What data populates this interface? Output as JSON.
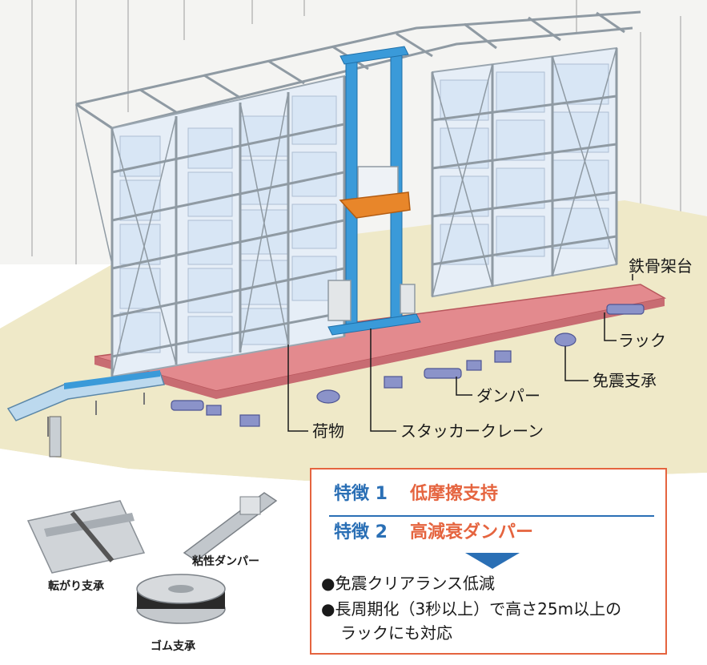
{
  "callouts": {
    "steel_frame": "鉄骨架台",
    "rack": "ラック",
    "isolation_bearing": "免震支承",
    "damper": "ダンパー",
    "cargo": "荷物",
    "stacker_crane": "スタッカークレーン"
  },
  "components": {
    "rolling_bearing": "転がり支承",
    "viscous_damper": "粘性ダンパー",
    "rubber_bearing": "ゴム支承"
  },
  "features": {
    "feature1_label": "特徴 1",
    "feature1_text": "低摩擦支持",
    "feature2_label": "特徴 2",
    "feature2_text": "高減衰ダンパー",
    "results": [
      "●免震クリアランス低減",
      "●長周期化（3秒以上）で高さ25m以上の",
      "ラックにも対応"
    ]
  },
  "colors": {
    "accent_orange": "#e5643f",
    "accent_blue": "#2a6fb5",
    "crane_blue": "#3a9ad9",
    "base_pink": "#e38a8e",
    "floor": "#efe9c8",
    "cargo": "#d8e6f5"
  }
}
